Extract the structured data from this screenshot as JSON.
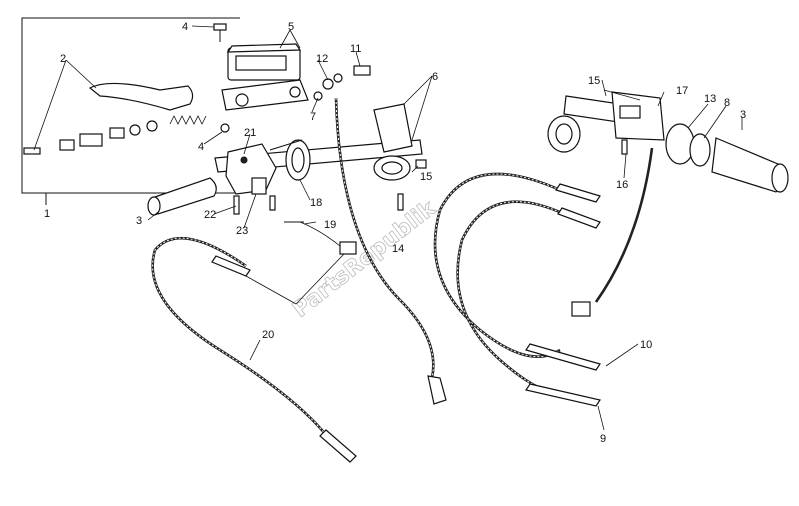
{
  "watermark": "PartsRepublik",
  "callouts": [
    "1",
    "2",
    "3",
    "4",
    "4",
    "5",
    "6",
    "7",
    "8",
    "9",
    "10",
    "11",
    "12",
    "13",
    "14",
    "15",
    "15",
    "16",
    "17",
    "18",
    "19",
    "20",
    "21",
    "22",
    "23",
    "3"
  ]
}
